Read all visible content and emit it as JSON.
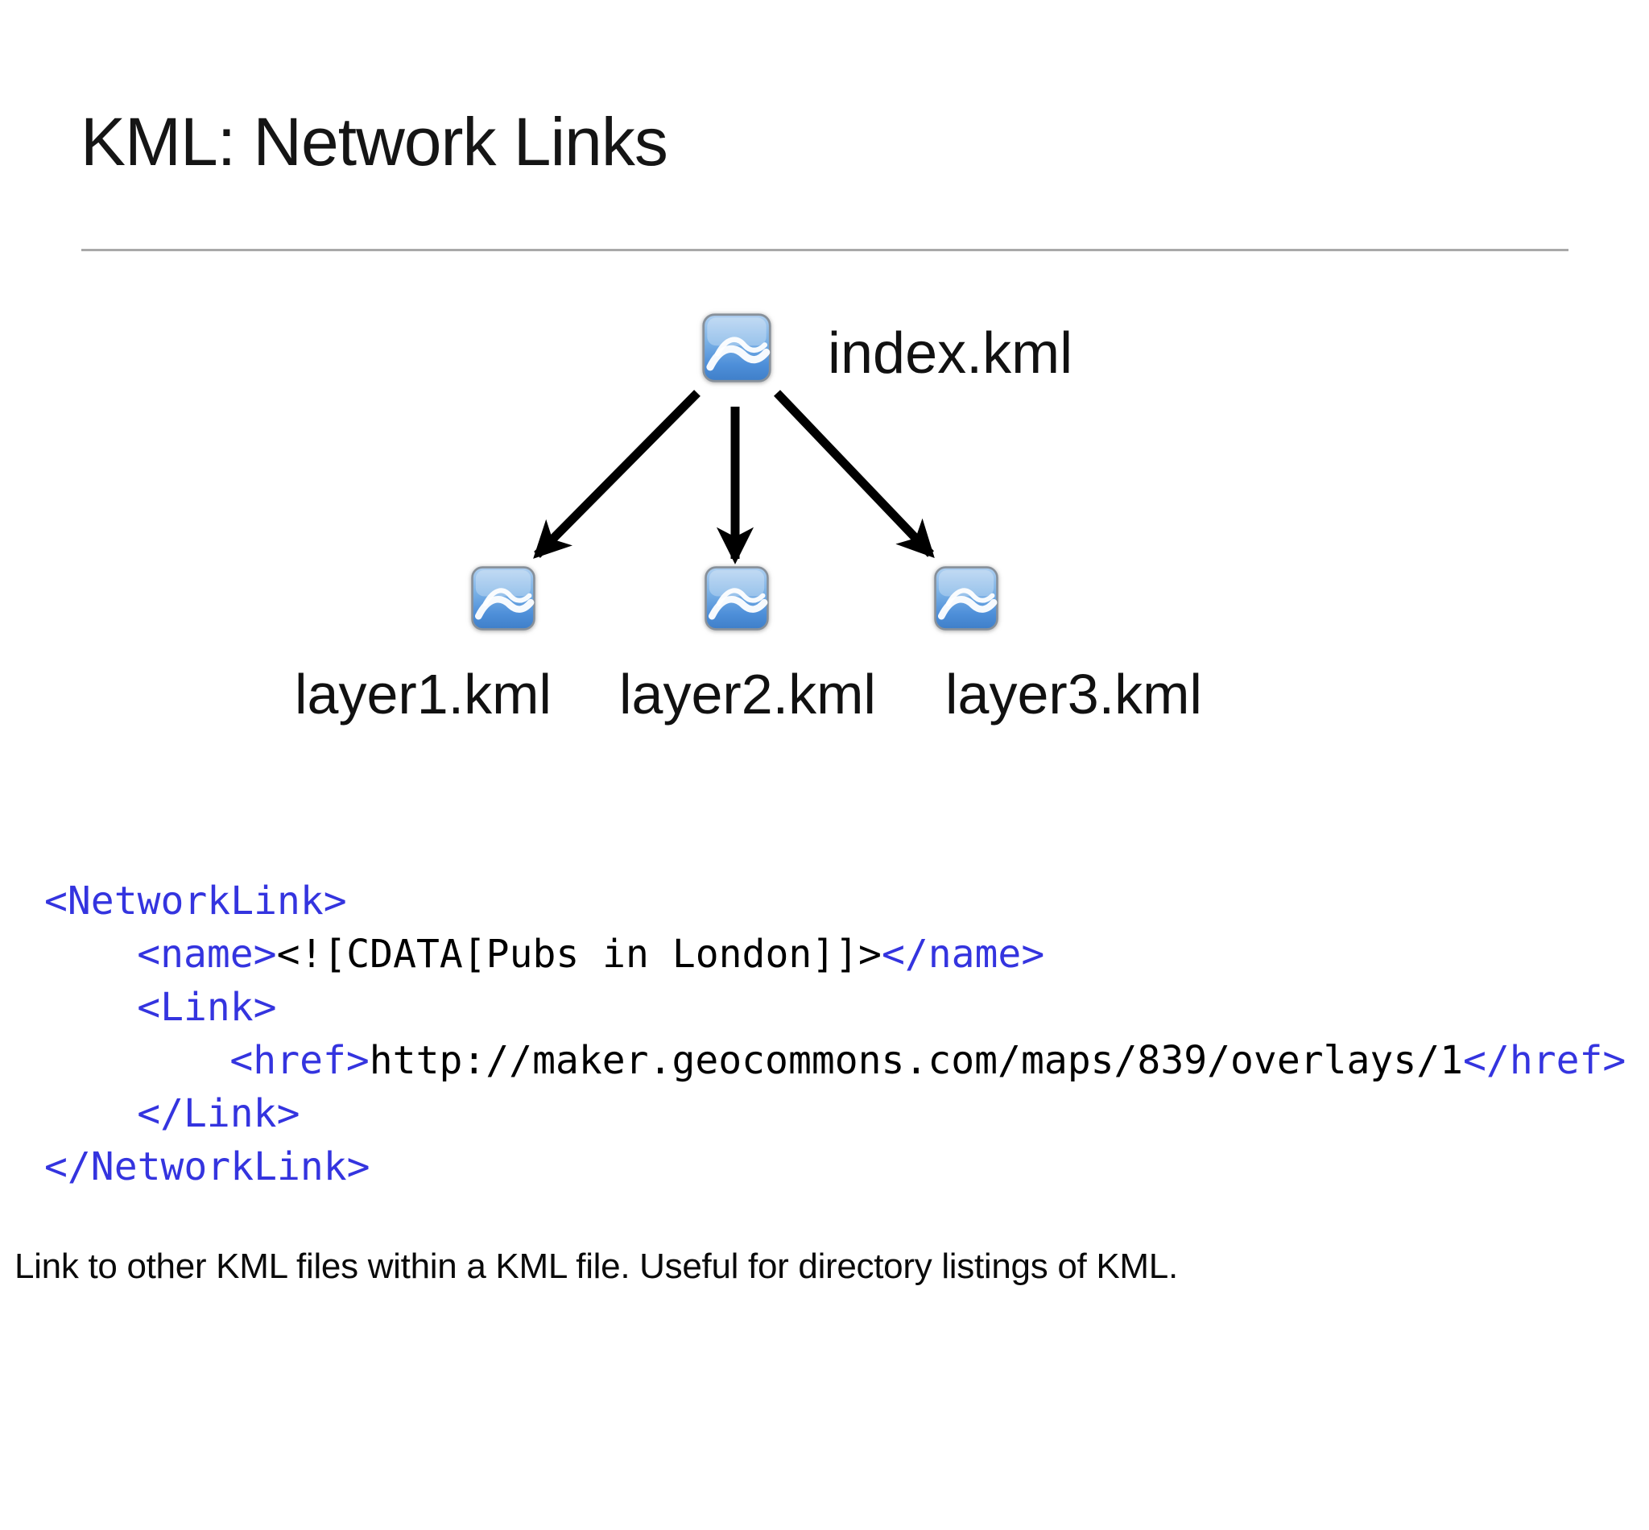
{
  "header": {
    "title": "KML: Network Links"
  },
  "diagram": {
    "root": {
      "label": "index.kml",
      "icon": "kml-file-icon"
    },
    "children": [
      {
        "label": "layer1.kml",
        "icon": "kml-file-icon"
      },
      {
        "label": "layer2.kml",
        "icon": "kml-file-icon"
      },
      {
        "label": "layer3.kml",
        "icon": "kml-file-icon"
      }
    ]
  },
  "code": {
    "lines": [
      {
        "indent": 0,
        "segments": [
          {
            "type": "tag",
            "text": "<NetworkLink>"
          }
        ]
      },
      {
        "indent": 1,
        "segments": [
          {
            "type": "tag",
            "text": "<name>"
          },
          {
            "type": "plain",
            "text": "<![CDATA[Pubs in London]]>"
          },
          {
            "type": "tag",
            "text": "</name>"
          }
        ]
      },
      {
        "indent": 1,
        "segments": [
          {
            "type": "tag",
            "text": "<Link>"
          }
        ]
      },
      {
        "indent": 2,
        "segments": [
          {
            "type": "tag",
            "text": "<href>"
          },
          {
            "type": "plain",
            "text": "http://maker.geocommons.com/maps/839/overlays/1"
          },
          {
            "type": "tag",
            "text": "</href>"
          }
        ]
      },
      {
        "indent": 1,
        "segments": [
          {
            "type": "tag",
            "text": "</Link>"
          }
        ]
      },
      {
        "indent": 0,
        "segments": [
          {
            "type": "tag",
            "text": "</NetworkLink>"
          }
        ]
      }
    ],
    "colors": {
      "tag": "#3434DF",
      "plain": "#000000"
    }
  },
  "footer": {
    "note": "Link to other KML files within a KML file. Useful for directory listings of KML."
  },
  "colors": {
    "background": "#ffffff",
    "title_text": "#151515",
    "divider": "#a9a9a9",
    "arrow": "#000000",
    "icon_blue_light": "#aecff0",
    "icon_blue_dark": "#3f7fc9",
    "code_tag_blue": "#3434DF"
  }
}
